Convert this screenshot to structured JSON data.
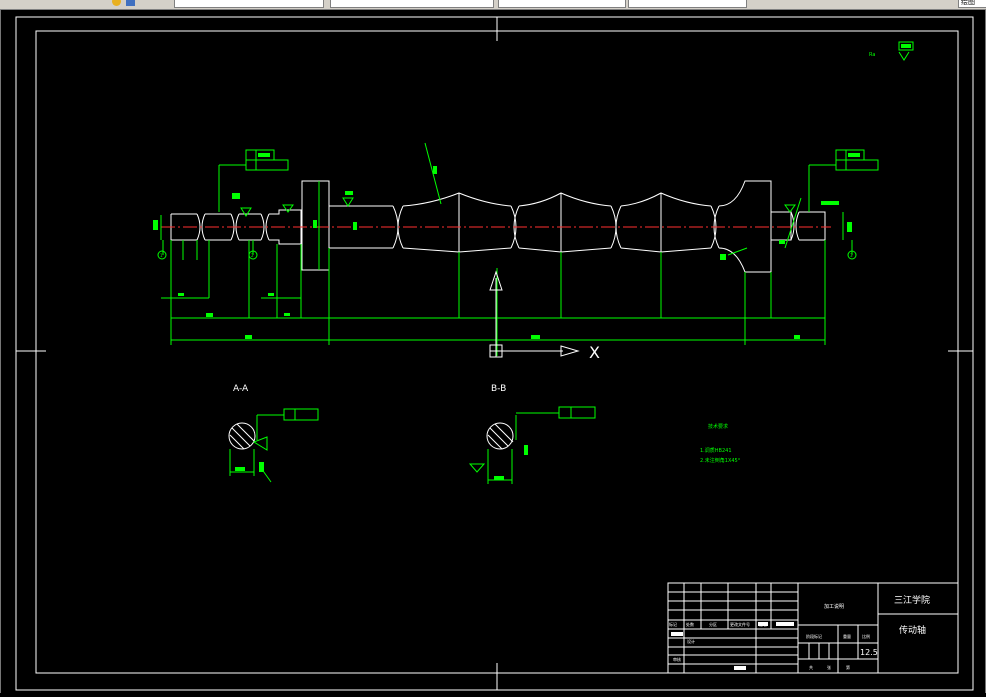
{
  "toolbar": {
    "fields": [
      "",
      "",
      "",
      "",
      "绘图"
    ]
  },
  "drawing": {
    "view_labels": {
      "section_a": "A-A",
      "section_b": "B-B"
    },
    "ucs": {
      "x_label": "X"
    },
    "notes": {
      "title": "技术要求",
      "line1": "1.调质HB241",
      "line2": "2.未注倒角1X45°"
    },
    "surface_roughness_note": "Ra",
    "markers": {
      "m1": "1",
      "m2": "2",
      "m3": "3"
    },
    "title_block": {
      "company": "三江学院",
      "part_name": "传动轴",
      "process": "加工说明",
      "scale_value": "12.5",
      "label_marks": "标记",
      "label_count": "处数",
      "label_zone": "分区",
      "label_doc": "更改文件号",
      "label_sign": "签名",
      "label_stage": "阶段标记",
      "label_weight": "重量",
      "label_scale": "比例",
      "label_design": "设计",
      "label_check": "审核",
      "label_sheet_total": "共",
      "label_sheet": "张",
      "label_sheet_no": "第"
    }
  }
}
